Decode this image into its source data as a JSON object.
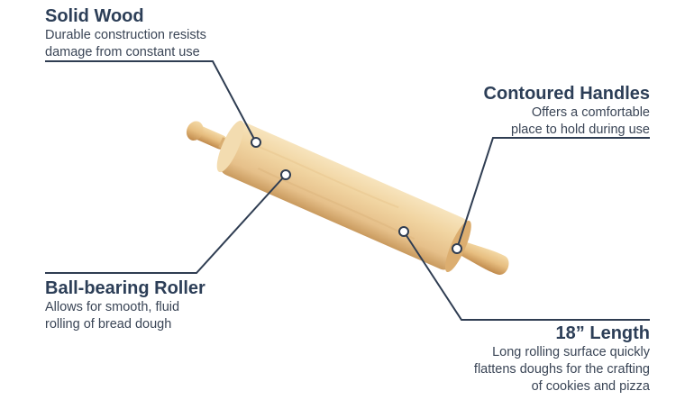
{
  "callouts": {
    "solid_wood": {
      "title": "Solid Wood",
      "desc_1": "Durable construction resists",
      "desc_2": "damage from constant use"
    },
    "contoured_handles": {
      "title": "Contoured Handles",
      "desc_1": "Offers a comfortable",
      "desc_2": "place to hold during use"
    },
    "ball_bearing": {
      "title": "Ball-bearing Roller",
      "desc_1": "Allows for smooth, fluid",
      "desc_2": "rolling of bread dough"
    },
    "length": {
      "title": "18” Length",
      "desc_1": "Long rolling surface quickly",
      "desc_2": "flattens doughs for the crafting",
      "desc_3": "of cookies and pizza"
    }
  },
  "colors": {
    "text_title": "#2c3e57",
    "text_body": "#3a4556",
    "leader_line": "#2f3d52",
    "wood_light": "#f2d9a8",
    "wood_mid": "#e6c38a",
    "wood_dark": "#c99a5c"
  }
}
